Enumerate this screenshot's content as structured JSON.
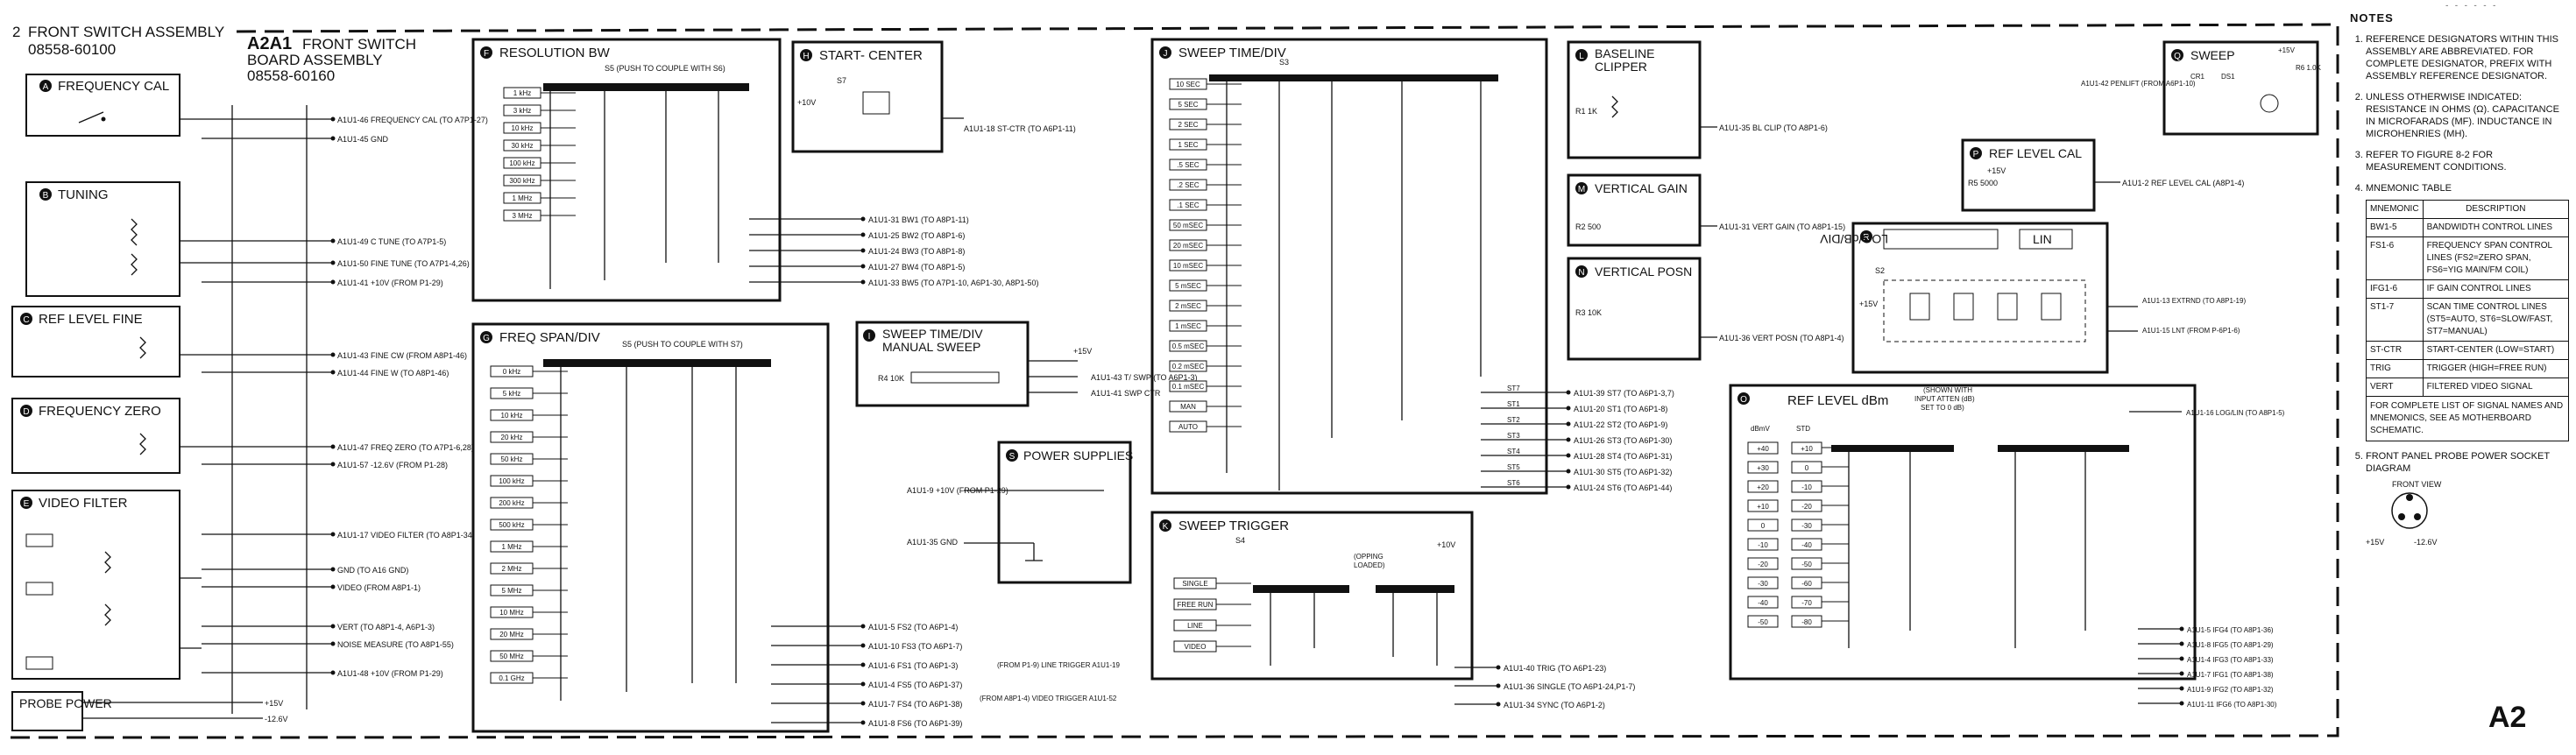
{
  "header": {
    "num": "2",
    "title": "FRONT SWITCH ASSEMBLY",
    "part": "08558-60100",
    "board_ref": "A2A1",
    "board_name_1": "FRONT SWITCH",
    "board_name_2": "BOARD ASSEMBLY",
    "board_part": "08558-60160",
    "corner": "- - - - - -"
  },
  "figure_label": "A2",
  "switches": {
    "A": "FREQUENCY CAL",
    "B": "TUNING",
    "C": "REF LEVEL FINE",
    "D": "FREQUENCY ZERO",
    "E": "VIDEO FILTER",
    "F": "RESOLUTION BW",
    "G": "FREQ SPAN/DIV",
    "H": "START- CENTER",
    "I_1": "SWEEP TIME/DIV",
    "I_2": "MANUAL SWEEP",
    "J": "SWEEP TIME/DIV",
    "K": "SWEEP TRIGGER",
    "L_1": "BASELINE",
    "L_2": "CLIPPER",
    "M": "VERTICAL GAIN",
    "N": "VERTICAL POSN",
    "O": "REF LEVEL dBm",
    "P": "REF LEVEL CAL",
    "Q": "SWEEP",
    "R_log": "LOG/dB/DIV",
    "R_lin": "LIN",
    "S": "POWER SUPPLIES",
    "probe": "PROBE POWER"
  },
  "left_signals": [
    "A1U1-46 FREQUENCY CAL (TO A7P1-27)",
    "A1U1-45 GND",
    "A1U1-49 C TUNE (TO A7P1-5)",
    "A1U1-50 FINE TUNE (TO A7P1-4,26)",
    "A1U1-41 +10V (FROM P1-29)",
    "A1U1-43 FINE CW (FROM A8P1-46)",
    "A1U1-44 FINE W (TO A8P1-46)",
    "A1U1-47 FREQ ZERO (TO A7P1-6,28)",
    "A1U1-57 -12.6V (FROM P1-28)",
    "A1U1-17 VIDEO FILTER (TO A8P1-34)",
    "GND (TO A16 GND)",
    "VIDEO (FROM A8P1-1)",
    "VERT (TO A8P1-4, A6P1-3)",
    "NOISE MEASURE (TO A8P1-55)",
    "A1U1-48 +10V (FROM P1-29)",
    "+15V",
    "-12.6V"
  ],
  "rbw": {
    "note": "S5 (PUSH TO COUPLE WITH S6)",
    "positions": [
      "1 kHz",
      "3 kHz",
      "10 kHz",
      "30 kHz",
      "100 kHz",
      "300 kHz",
      "1 MHz",
      "3 MHz"
    ],
    "outputs": [
      "A1U1-31 BW1 (TO A8P1-11)",
      "A1U1-25 BW2 (TO A8P1-6)",
      "A1U1-24 BW3 (TO A8P1-8)",
      "A1U1-27 BW4 (TO A8P1-5)",
      "A1U1-33 BW5 (TO A7P1-10, A6P1-30, A8P1-50)"
    ]
  },
  "span": {
    "note": "S5 (PUSH TO COUPLE WITH S7)",
    "positions": [
      "0 kHz",
      "5 kHz",
      "10 kHz",
      "20 kHz",
      "50 kHz",
      "100 kHz",
      "200 kHz",
      "500 kHz",
      "1 MHz",
      "2 MHz",
      "5 MHz",
      "10 MHz",
      "20 MHz",
      "50 MHz",
      "0.1 GHz"
    ],
    "outputs": [
      "A1U1-5 FS2 (TO A6P1-4)",
      "A1U1-10 FS3 (TO A6P1-7)",
      "A1U1-6 FS1 (TO A6P1-3)",
      "A1U1-4 FS5 (TO A6P1-37)",
      "A1U1-7 FS4 (TO A6P1-38)",
      "A1U1-8 FS6 (TO A6P1-39)"
    ]
  },
  "start_center": {
    "sw": "S7",
    "v": "+10V",
    "out": "A1U1-18 ST-CTR (TO A6P1-11)"
  },
  "manual": {
    "r": "R4 10K",
    "outputs": [
      "+15V",
      "A1U1-43 T/ SWP (TO A6P1-3)",
      "A1U1-41 SWP CTR"
    ]
  },
  "sweep_time": {
    "ref": "S3",
    "positions": [
      "10 SEC",
      "5 SEC",
      "2 SEC",
      "1 SEC",
      ".5 SEC",
      ".2 SEC",
      ".1 SEC",
      "50 mSEC",
      "20 mSEC",
      "10 mSEC",
      "5 mSEC",
      "2 mSEC",
      "1 mSEC",
      "0.5 mSEC",
      "0.2 mSEC",
      "0.1 mSEC",
      "MAN",
      "AUTO"
    ],
    "nodes": [
      "ST7",
      "ST1",
      "ST2",
      "ST3",
      "ST4",
      "ST5",
      "ST6"
    ],
    "outputs": [
      "A1U1-39 ST7 (TO A6P1-3,7)",
      "A1U1-20 ST1 (TO A6P1-8)",
      "A1U1-22 ST2 (TO A6P1-9)",
      "A1U1-26 ST3 (TO A6P1-30)",
      "A1U1-28 ST4 (TO A6P1-31)",
      "A1U1-30 ST5 (TO A6P1-32)",
      "A1U1-24 ST6 (TO A6P1-44)"
    ]
  },
  "supplies": {
    "in1": "A1U1-9 +10V (FROM P1-29)",
    "in2": "A1U1-35 GND"
  },
  "trigger": {
    "ref": "S4",
    "note_1": "(OPPING",
    "note_2": "LOADED)",
    "v": "+10V",
    "positions": [
      "SINGLE",
      "FREE RUN",
      "LINE",
      "VIDEO"
    ],
    "inputs": [
      "(FROM P1-9) LINE TRIGGER A1U1-19",
      "(FROM A8P1-4) VIDEO TRIGGER A1U1-52"
    ],
    "outputs": [
      "A1U1-40 TRIG (TO A6P1-23)",
      "A1U1-36 SINGLE (TO A6P1-24,P1-7)",
      "A1U1-34 SYNC (TO A6P1-2)"
    ]
  },
  "baseline": {
    "r": "R1 1K",
    "out": "A1U1-35 BL CLIP (TO A8P1-6)"
  },
  "gain": {
    "r": "R2 500",
    "out": "A1U1-31 VERT GAIN (TO A8P1-15)"
  },
  "posn": {
    "r": "R3 10K",
    "out": "A1U1-36 VERT POSN (TO A8P1-4)"
  },
  "ref_cal": {
    "r": "R5 5000",
    "v": "+15V",
    "out": "A1U1-2 REF LEVEL CAL (A8P1-4)"
  },
  "sweep_led": {
    "cr": "CR1",
    "ds": "DS1",
    "v": "+15V",
    "r": "R6 1.0K",
    "in": "A1U1-42 PENLIFT (FROM A6P1-10)"
  },
  "log_lin": {
    "sw": "S2",
    "v": "+15V",
    "outputs": [
      "A1U1-13 EXTRND (TO A8P1-19)",
      "A1U1-15 LNT (FROM P-6P1-6)"
    ]
  },
  "ref_level": {
    "note_1": "(SHOWN WITH",
    "note_2": "INPUT ATTEN (dB)",
    "note_3": "SET TO 0 dB)",
    "col_a": "dBmV",
    "col_b": "STD",
    "col_a_vals": [
      "+40",
      "+30",
      "+20",
      "+10",
      "0",
      "-10",
      "-20",
      "-30",
      "-40",
      "-50"
    ],
    "col_b_vals": [
      "+10",
      "0",
      "-10",
      "-20",
      "-30",
      "-40",
      "-50",
      "-60",
      "-70",
      "-80"
    ],
    "outputs": [
      "A1U1-16 LOG/LIN (TO A8P1-5)",
      "A1U1-5 IFG4 (TO A8P1-36)",
      "A1U1-8 IFG5 (TO A8P1-29)",
      "A1U1-4 IFG3 (TO A8P1-33)",
      "A1U1-7 IFG1 (TO A8P1-38)",
      "A1U1-9 IFG2 (TO A8P1-32)",
      "A1U1-11 IFG6 (TO A8P1-30)"
    ]
  },
  "notes": {
    "title": "NOTES",
    "items": [
      "REFERENCE DESIGNATORS WITHIN THIS ASSEMBLY ARE ABBREVIATED. FOR COMPLETE DESIGNATOR, PREFIX WITH ASSEMBLY REFERENCE DESIGNATOR.",
      "UNLESS OTHERWISE INDICATED: RESISTANCE IN OHMS (Ω). CAPACITANCE IN MICROFARADS (μF). INDUCTANCE IN MICROHENRIES (μH).",
      "REFER TO FIGURE 8-2 FOR MEASUREMENT CONDITIONS.",
      "MNEMONIC TABLE"
    ],
    "table_head": [
      "MNEMONIC",
      "DESCRIPTION"
    ],
    "table_rows": [
      [
        "BW1-5",
        "BANDWIDTH CONTROL LINES"
      ],
      [
        "FS1-6",
        "FREQUENCY SPAN CONTROL LINES (FS2=ZERO SPAN, FS6=YIG MAIN/FM COIL)"
      ],
      [
        "IFG1-6",
        "IF GAIN CONTROL LINES"
      ],
      [
        "ST1-7",
        "SCAN TIME CONTROL LINES (ST5=AUTO, ST6=SLOW/FAST, ST7=MANUAL)"
      ],
      [
        "ST-CTR",
        "START-CENTER (LOW=START)"
      ],
      [
        "TRIG",
        "TRIGGER (HIGH=FREE RUN)"
      ],
      [
        "VERT",
        "FILTERED VIDEO SIGNAL"
      ]
    ],
    "table_foot": "FOR COMPLETE LIST OF SIGNAL NAMES AND MNEMONICS, SEE A5 MOTHERBOARD SCHEMATIC.",
    "item5": "FRONT PANEL PROBE POWER SOCKET DIAGRAM",
    "front_view": "FRONT VIEW",
    "pin_a": "+15V",
    "pin_b": "-12.6V"
  }
}
